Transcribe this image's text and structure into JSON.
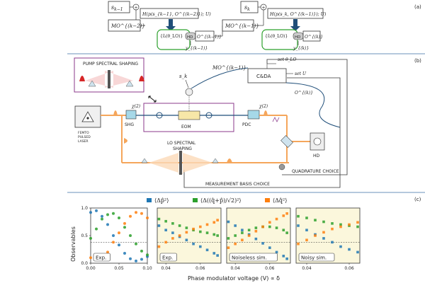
{
  "panel_labels": {
    "a": "(a)",
    "b": "(b)",
    "c": "(c)"
  },
  "panel_a": {
    "step1": {
      "sk": "s",
      "sk_sub": "k−1",
      "mo": "MO",
      "mo_sup": "(k−2)",
      "hbox": "H(p(s",
      "hbox_full": "H(p(s_{k−1}, O^{(k−2)}); U)",
      "state": "{ε̂ᵢ(θ_LO)}",
      "hd": "HD",
      "out": "O^{(k−1)}",
      "y": "y_{(k−1)}"
    },
    "step2": {
      "sk": "s",
      "sk_sub": "k",
      "mo": "MO^{(k−1)}",
      "hbox_full": "H(p(s_k, O^{(k−1)}); U)",
      "state": "{ε̂ᵢ(θ_LO)}",
      "hd": "HD",
      "out": "O^{(k)}",
      "y": "y_{(k)}"
    },
    "mo1_label": "MO^{(k−2)}",
    "mo2_label": "MO^{(k−1)}"
  },
  "panel_b": {
    "pump_shaping": "PUMP SPECTRAL SHAPING",
    "lo_shaping_1": "LO SPECTRAL",
    "lo_shaping_2": "SHAPING",
    "laser_1": "FEMTO",
    "laser_2": "PULSED",
    "laser_3": "LASER",
    "shg": "SHG",
    "chi2_a": "χ(2)",
    "chi2_b": "χ(2)",
    "eom": "EOM",
    "pdc": "PDC",
    "hd": "HD",
    "cda": "C&DA",
    "set_theta": "set θ_LO",
    "set_u": "set U",
    "sk": "s_k",
    "mo": "MO^{(k−1)}",
    "ok": "O^{(k)}",
    "quad_choice": "QUADRATURE CHOICE",
    "meas_choice": "MEASUREMENT BASIS CHOICE"
  },
  "panel_c": {
    "legend": [
      {
        "label": "⟨Δp̂²⟩",
        "color": "#1f77b4"
      },
      {
        "label": "⟨Δ((q̂+p̂)/√2)²⟩",
        "color": "#2ca02c"
      },
      {
        "label": "⟨Δq̂²⟩",
        "color": "#ff7f0e"
      }
    ],
    "ylabel": "Observables",
    "xlabel": "Phase modulator voltage (V) ∝ δ"
  },
  "chart_data": [
    {
      "type": "scatter",
      "title": "",
      "label": "Exp.",
      "xlim": [
        0.0,
        0.1
      ],
      "ylim": [
        0,
        1.0
      ],
      "xticks": [
        "0.00",
        "0.05",
        "0.10"
      ],
      "yticks": [
        "0.0",
        "0.5",
        "1.0"
      ],
      "dashed_line": 0.375,
      "series": [
        {
          "color": "#1f77b4",
          "x": [
            0.0,
            0.01,
            0.02,
            0.03,
            0.04,
            0.05,
            0.06,
            0.07,
            0.08,
            0.09,
            0.1
          ],
          "y": [
            0.92,
            0.95,
            0.85,
            0.7,
            0.5,
            0.33,
            0.18,
            0.08,
            0.04,
            0.07,
            0.12
          ]
        },
        {
          "color": "#2ca02c",
          "x": [
            0.0,
            0.01,
            0.02,
            0.03,
            0.04,
            0.05,
            0.06,
            0.07,
            0.08,
            0.09,
            0.1
          ],
          "y": [
            0.45,
            0.62,
            0.8,
            0.88,
            0.9,
            0.82,
            0.65,
            0.5,
            0.35,
            0.22,
            0.15
          ]
        },
        {
          "color": "#ff7f0e",
          "x": [
            0.0,
            0.01,
            0.02,
            0.03,
            0.04,
            0.05,
            0.06,
            0.07,
            0.08,
            0.09,
            0.1
          ],
          "y": [
            0.1,
            0.08,
            0.1,
            0.2,
            0.38,
            0.55,
            0.72,
            0.85,
            0.92,
            0.9,
            0.82
          ]
        }
      ]
    },
    {
      "type": "scatter",
      "title": "",
      "label": "Exp.",
      "xlim": [
        0.035,
        0.072
      ],
      "ylim": [
        0,
        1.0
      ],
      "xticks": [
        "0.04",
        "0.06"
      ],
      "yticks": [],
      "dashed_line": 0.375,
      "series": [
        {
          "color": "#1f77b4",
          "x": [
            0.036,
            0.04,
            0.044,
            0.048,
            0.052,
            0.056,
            0.06,
            0.064,
            0.068,
            0.07
          ],
          "y": [
            0.68,
            0.6,
            0.55,
            0.48,
            0.42,
            0.35,
            0.3,
            0.24,
            0.18,
            0.14
          ]
        },
        {
          "color": "#2ca02c",
          "x": [
            0.036,
            0.04,
            0.044,
            0.048,
            0.052,
            0.056,
            0.06,
            0.064,
            0.068,
            0.07
          ],
          "y": [
            0.8,
            0.76,
            0.72,
            0.68,
            0.64,
            0.6,
            0.57,
            0.55,
            0.52,
            0.5
          ]
        },
        {
          "color": "#ff7f0e",
          "x": [
            0.036,
            0.04,
            0.044,
            0.048,
            0.052,
            0.056,
            0.06,
            0.064,
            0.068,
            0.07
          ],
          "y": [
            0.3,
            0.38,
            0.45,
            0.5,
            0.56,
            0.62,
            0.66,
            0.7,
            0.74,
            0.78
          ]
        }
      ]
    },
    {
      "type": "scatter",
      "title": "",
      "label": "Noiseless sim.",
      "xlim": [
        0.035,
        0.072
      ],
      "ylim": [
        0,
        1.0
      ],
      "xticks": [
        "0.04",
        "0.06"
      ],
      "yticks": [],
      "dashed_line": 0.375,
      "series": [
        {
          "color": "#1f77b4",
          "x": [
            0.036,
            0.04,
            0.044,
            0.048,
            0.052,
            0.056,
            0.06,
            0.064,
            0.068,
            0.07
          ],
          "y": [
            0.75,
            0.68,
            0.6,
            0.52,
            0.44,
            0.36,
            0.28,
            0.2,
            0.13,
            0.08
          ]
        },
        {
          "color": "#2ca02c",
          "x": [
            0.036,
            0.04,
            0.044,
            0.048,
            0.052,
            0.056,
            0.06,
            0.064,
            0.068,
            0.07
          ],
          "y": [
            0.45,
            0.5,
            0.55,
            0.6,
            0.64,
            0.66,
            0.66,
            0.64,
            0.6,
            0.55
          ]
        },
        {
          "color": "#ff7f0e",
          "x": [
            0.036,
            0.04,
            0.044,
            0.048,
            0.052,
            0.056,
            0.06,
            0.064,
            0.068,
            0.07
          ],
          "y": [
            0.28,
            0.35,
            0.42,
            0.5,
            0.58,
            0.66,
            0.74,
            0.8,
            0.86,
            0.9
          ]
        }
      ]
    },
    {
      "type": "scatter",
      "title": "",
      "label": "Noisy sim.",
      "xlim": [
        0.035,
        0.065
      ],
      "ylim": [
        0,
        1.0
      ],
      "xticks": [
        "0.04",
        "0.06"
      ],
      "yticks": [],
      "dashed_line": 0.375,
      "series": [
        {
          "color": "#1f77b4",
          "x": [
            0.036,
            0.04,
            0.044,
            0.048,
            0.052,
            0.056,
            0.06,
            0.064
          ],
          "y": [
            0.68,
            0.6,
            0.52,
            0.45,
            0.38,
            0.3,
            0.25,
            0.2
          ]
        },
        {
          "color": "#2ca02c",
          "x": [
            0.036,
            0.04,
            0.044,
            0.048,
            0.052,
            0.056,
            0.06,
            0.064
          ],
          "y": [
            0.85,
            0.82,
            0.78,
            0.75,
            0.72,
            0.7,
            0.68,
            0.66
          ]
        },
        {
          "color": "#ff7f0e",
          "x": [
            0.036,
            0.04,
            0.044,
            0.048,
            0.052,
            0.056,
            0.06,
            0.064
          ],
          "y": [
            0.35,
            0.42,
            0.5,
            0.56,
            0.62,
            0.66,
            0.7,
            0.74
          ]
        }
      ]
    }
  ]
}
